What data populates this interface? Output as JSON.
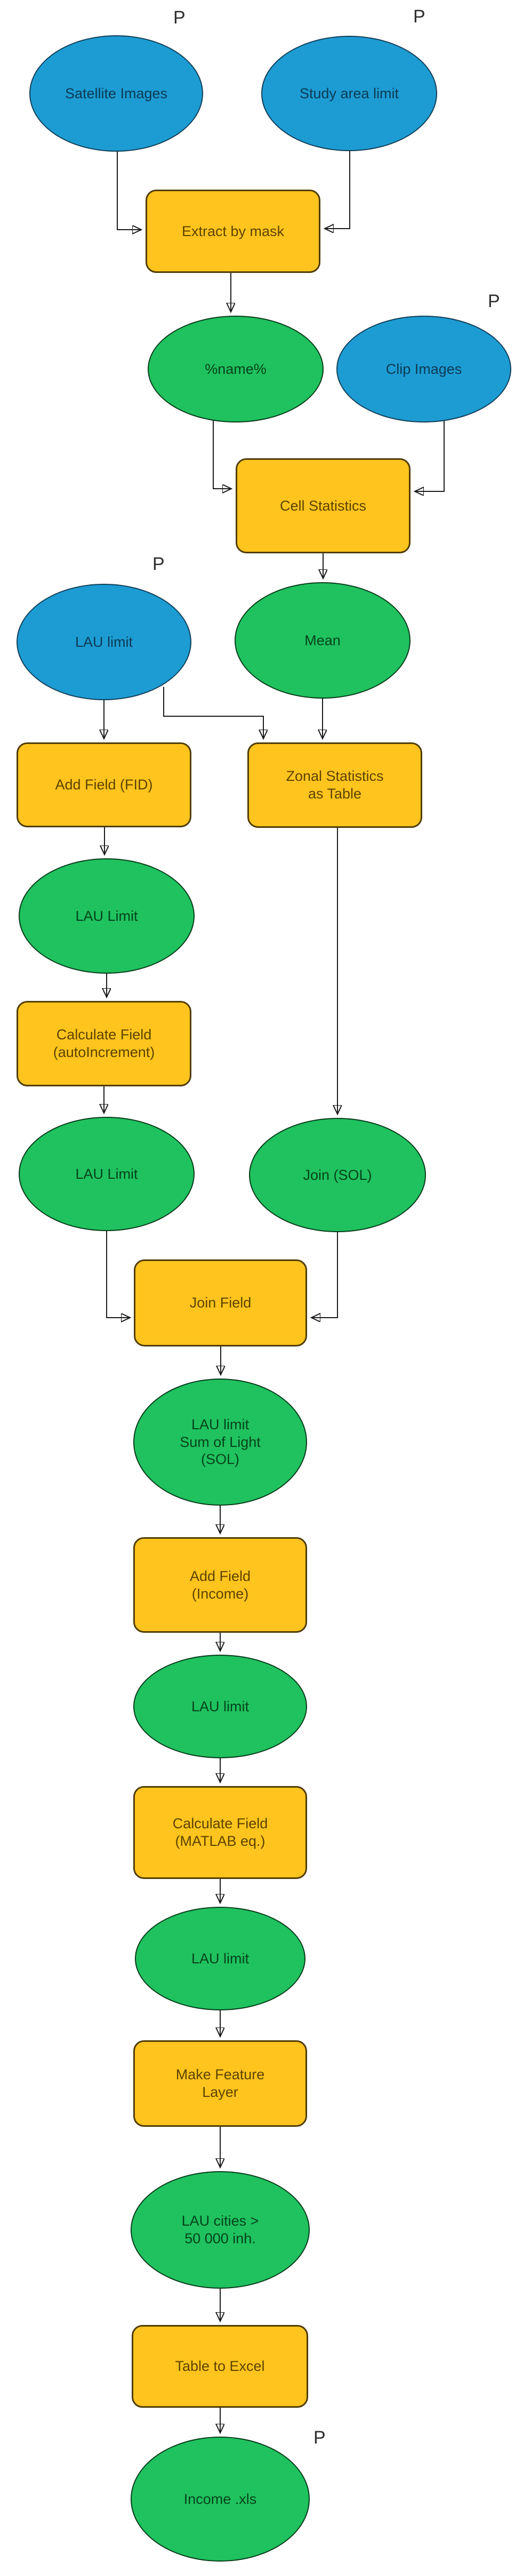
{
  "diagram": {
    "title": "ModelBuilder workflow diagram",
    "background": "#ffffff",
    "colors": {
      "input_fill": "#1d9cd3",
      "input_border": "#123f58",
      "input_text": "#0c3a54",
      "output_fill": "#1fc25e",
      "output_border": "#083c1b",
      "output_text": "#05431b",
      "tool_fill": "#ffc41d",
      "tool_border": "#4f3d05",
      "tool_text": "#5c4300",
      "connector": "#1b1b1b",
      "badge_text": "#2e2e2e"
    },
    "nodes": [
      {
        "id": "satellite-images",
        "type": "input",
        "shape": "ellipse",
        "label": "Satellite Images",
        "badge": "P"
      },
      {
        "id": "study-area-limit",
        "type": "input",
        "shape": "ellipse",
        "label": "Study area limit",
        "badge": "P"
      },
      {
        "id": "extract-by-mask",
        "type": "tool",
        "shape": "box",
        "label": "Extract by mask"
      },
      {
        "id": "name-variable",
        "type": "output",
        "shape": "ellipse",
        "label": "%name%"
      },
      {
        "id": "clip-images",
        "type": "input",
        "shape": "ellipse",
        "label": "Clip Images",
        "badge": "P"
      },
      {
        "id": "cell-statistics",
        "type": "tool",
        "shape": "box",
        "label": "Cell Statistics"
      },
      {
        "id": "lau-limit-input",
        "type": "input",
        "shape": "ellipse",
        "label": "LAU limit",
        "badge": "P"
      },
      {
        "id": "mean",
        "type": "output",
        "shape": "ellipse",
        "label": "Mean"
      },
      {
        "id": "add-field-fid",
        "type": "tool",
        "shape": "box",
        "label": "Add Field (FID)"
      },
      {
        "id": "zonal-statistics-as-table",
        "type": "tool",
        "shape": "box",
        "label": "Zonal Statistics\nas Table"
      },
      {
        "id": "lau-limit-fid",
        "type": "output",
        "shape": "ellipse",
        "label": "LAU Limit"
      },
      {
        "id": "calculate-field-autoincrement",
        "type": "tool",
        "shape": "box",
        "label": "Calculate Field\n(autoIncrement)"
      },
      {
        "id": "lau-limit-autoincrement",
        "type": "output",
        "shape": "ellipse",
        "label": "LAU Limit"
      },
      {
        "id": "join-sol",
        "type": "output",
        "shape": "ellipse",
        "label": "Join (SOL)"
      },
      {
        "id": "join-field",
        "type": "tool",
        "shape": "box",
        "label": "Join Field"
      },
      {
        "id": "lau-limit-sum-of-light",
        "type": "output",
        "shape": "ellipse",
        "label": "LAU limit\nSum of Light\n(SOL)"
      },
      {
        "id": "add-field-income",
        "type": "tool",
        "shape": "box",
        "label": "Add Field\n(Income)"
      },
      {
        "id": "lau-limit-income",
        "type": "output",
        "shape": "ellipse",
        "label": "LAU limit"
      },
      {
        "id": "calculate-field-matlab",
        "type": "tool",
        "shape": "box",
        "label": "Calculate Field\n(MATLAB eq.)"
      },
      {
        "id": "lau-limit-calculated",
        "type": "output",
        "shape": "ellipse",
        "label": "LAU limit"
      },
      {
        "id": "make-feature-layer",
        "type": "tool",
        "shape": "box",
        "label": "Make Feature\nLayer"
      },
      {
        "id": "lau-cities",
        "type": "output",
        "shape": "ellipse",
        "label": "LAU cities >\n50 000 inh."
      },
      {
        "id": "table-to-excel",
        "type": "tool",
        "shape": "box",
        "label": "Table to Excel"
      },
      {
        "id": "income-xls",
        "type": "output",
        "shape": "ellipse",
        "label": "Income .xls",
        "badge": "P"
      }
    ],
    "edges": [
      {
        "from": "satellite-images",
        "to": "extract-by-mask"
      },
      {
        "from": "study-area-limit",
        "to": "extract-by-mask"
      },
      {
        "from": "extract-by-mask",
        "to": "name-variable"
      },
      {
        "from": "name-variable",
        "to": "cell-statistics"
      },
      {
        "from": "clip-images",
        "to": "cell-statistics"
      },
      {
        "from": "cell-statistics",
        "to": "mean"
      },
      {
        "from": "lau-limit-input",
        "to": "add-field-fid"
      },
      {
        "from": "lau-limit-input",
        "to": "zonal-statistics-as-table"
      },
      {
        "from": "mean",
        "to": "zonal-statistics-as-table"
      },
      {
        "from": "add-field-fid",
        "to": "lau-limit-fid"
      },
      {
        "from": "zonal-statistics-as-table",
        "to": "join-sol"
      },
      {
        "from": "lau-limit-fid",
        "to": "calculate-field-autoincrement"
      },
      {
        "from": "calculate-field-autoincrement",
        "to": "lau-limit-autoincrement"
      },
      {
        "from": "lau-limit-autoincrement",
        "to": "join-field"
      },
      {
        "from": "join-sol",
        "to": "join-field"
      },
      {
        "from": "join-field",
        "to": "lau-limit-sum-of-light"
      },
      {
        "from": "lau-limit-sum-of-light",
        "to": "add-field-income"
      },
      {
        "from": "add-field-income",
        "to": "lau-limit-income"
      },
      {
        "from": "lau-limit-income",
        "to": "calculate-field-matlab"
      },
      {
        "from": "calculate-field-matlab",
        "to": "lau-limit-calculated"
      },
      {
        "from": "lau-limit-calculated",
        "to": "make-feature-layer"
      },
      {
        "from": "make-feature-layer",
        "to": "lau-cities"
      },
      {
        "from": "lau-cities",
        "to": "table-to-excel"
      },
      {
        "from": "table-to-excel",
        "to": "income-xls"
      }
    ]
  }
}
